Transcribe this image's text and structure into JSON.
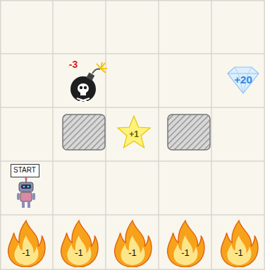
{
  "diagram": {
    "nodes": [
      {
        "text": [
          "START"
        ]
      }
    ],
    "labels": [
      "-3",
      "+20",
      "+1",
      "-1",
      "-1",
      "-1",
      "-1",
      "-1"
    ]
  }
}
